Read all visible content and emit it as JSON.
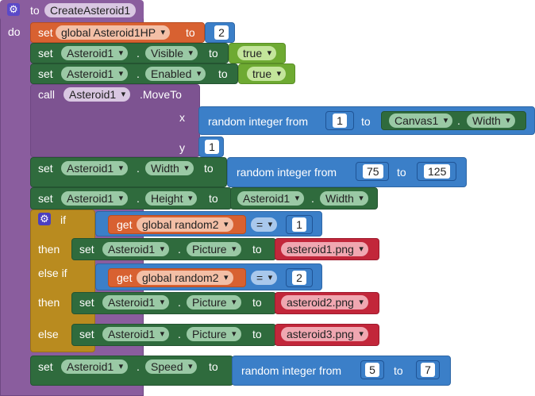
{
  "procedure": {
    "to_label": "to",
    "name": "CreateAsteroid1",
    "do_label": "do"
  },
  "labels": {
    "set": "set",
    "call": "call",
    "get": "get",
    "to": "to",
    "dot": ".",
    "x": "x",
    "y": "y",
    "if": "if",
    "then": "then",
    "else_if": "else if",
    "else": "else",
    "random_integer_from": "random integer from",
    "move_to": ".MoveTo"
  },
  "blocks": {
    "b1": {
      "variable": "global Asteroid1HP",
      "value": "2"
    },
    "b2": {
      "component": "Asteroid1",
      "property": "Visible",
      "value": "true"
    },
    "b3": {
      "component": "Asteroid1",
      "property": "Enabled",
      "value": "true"
    },
    "b4": {
      "component": "Asteroid1",
      "x_from": "1",
      "x_to_component": "Canvas1",
      "x_to_property": "Width",
      "y": "1"
    },
    "b5": {
      "component": "Asteroid1",
      "property": "Width",
      "from": "75",
      "to": "125"
    },
    "b6": {
      "component": "Asteroid1",
      "property": "Height",
      "value_component": "Asteroid1",
      "value_property": "Width"
    },
    "b7": {
      "cond1_var": "global random2",
      "op1": "=",
      "cond1_value": "1",
      "then_component": "Asteroid1",
      "then_property": "Picture",
      "then_value": "asteroid1.png",
      "cond2_var": "global random2",
      "op2": "=",
      "cond2_value": "2",
      "elseif_component": "Asteroid1",
      "elseif_property": "Picture",
      "elseif_value": "asteroid2.png",
      "else_component": "Asteroid1",
      "else_property": "Picture",
      "else_value": "asteroid3.png"
    },
    "b8": {
      "component": "Asteroid1",
      "property": "Speed",
      "from": "5",
      "to": "7"
    }
  },
  "colors": {
    "procedure": "#8a5d9e",
    "global": "#d86131",
    "component": "#2f6b3d",
    "logic": "#6eaa32",
    "math": "#3b7fc8",
    "control": "#b98b1f",
    "text": "#c2263a"
  }
}
